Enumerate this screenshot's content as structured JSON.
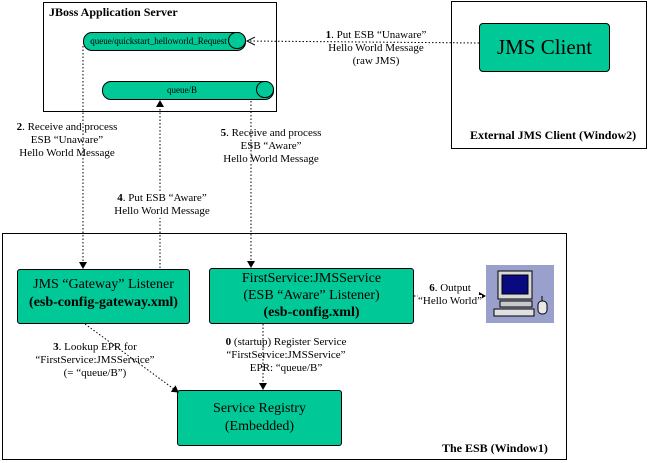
{
  "jboss_server": {
    "title": "JBoss Application Server",
    "queue_request": "queue/quickstart_helloworld_Request",
    "queue_b": "queue/B"
  },
  "jms_client": {
    "label": "JMS Client",
    "window_title": "External JMS Client (Window2)"
  },
  "esb": {
    "window_title": "The ESB (Window1)",
    "gateway_listener": {
      "line1": "JMS “Gateway” Listener",
      "line2": "(esb-config-gateway.xml)"
    },
    "aware_listener": {
      "line1": "FirstService:JMSService",
      "line2": "(ESB “Aware” Listener)",
      "line3": "(esb-config.xml)"
    },
    "registry": {
      "line1": "Service Registry",
      "line2": "(Embedded)"
    }
  },
  "steps": {
    "s1": {
      "num": "1",
      "line1": ". Put ESB “Unaware”",
      "line2": "Hello World Message",
      "line3": "(raw JMS)"
    },
    "s2": {
      "num": "2",
      "line1": ". Receive and process",
      "line2": "ESB “Unaware”",
      "line3": "Hello World Message"
    },
    "s3": {
      "num": "3",
      "line1": ". Lookup EPR for",
      "line2": "“FirstService:JMSService”",
      "line3": "(= “queue/B”)"
    },
    "s4": {
      "num": "4",
      "line1": ". Put ESB “Aware”",
      "line2": "Hello World Message"
    },
    "s5": {
      "num": "5",
      "line1": ". Receive and process",
      "line2": "ESB “Aware”",
      "line3": "Hello World Message"
    },
    "s6": {
      "num": "6",
      "line1": ". Output",
      "line2": "“Hello World”"
    },
    "s0": {
      "num": "0",
      "line1": " (startup)  Register Service",
      "line2": "“FirstService:JMSService”",
      "line3": "EPR: “queue/B”"
    }
  },
  "icons": [
    "computer-icon"
  ]
}
